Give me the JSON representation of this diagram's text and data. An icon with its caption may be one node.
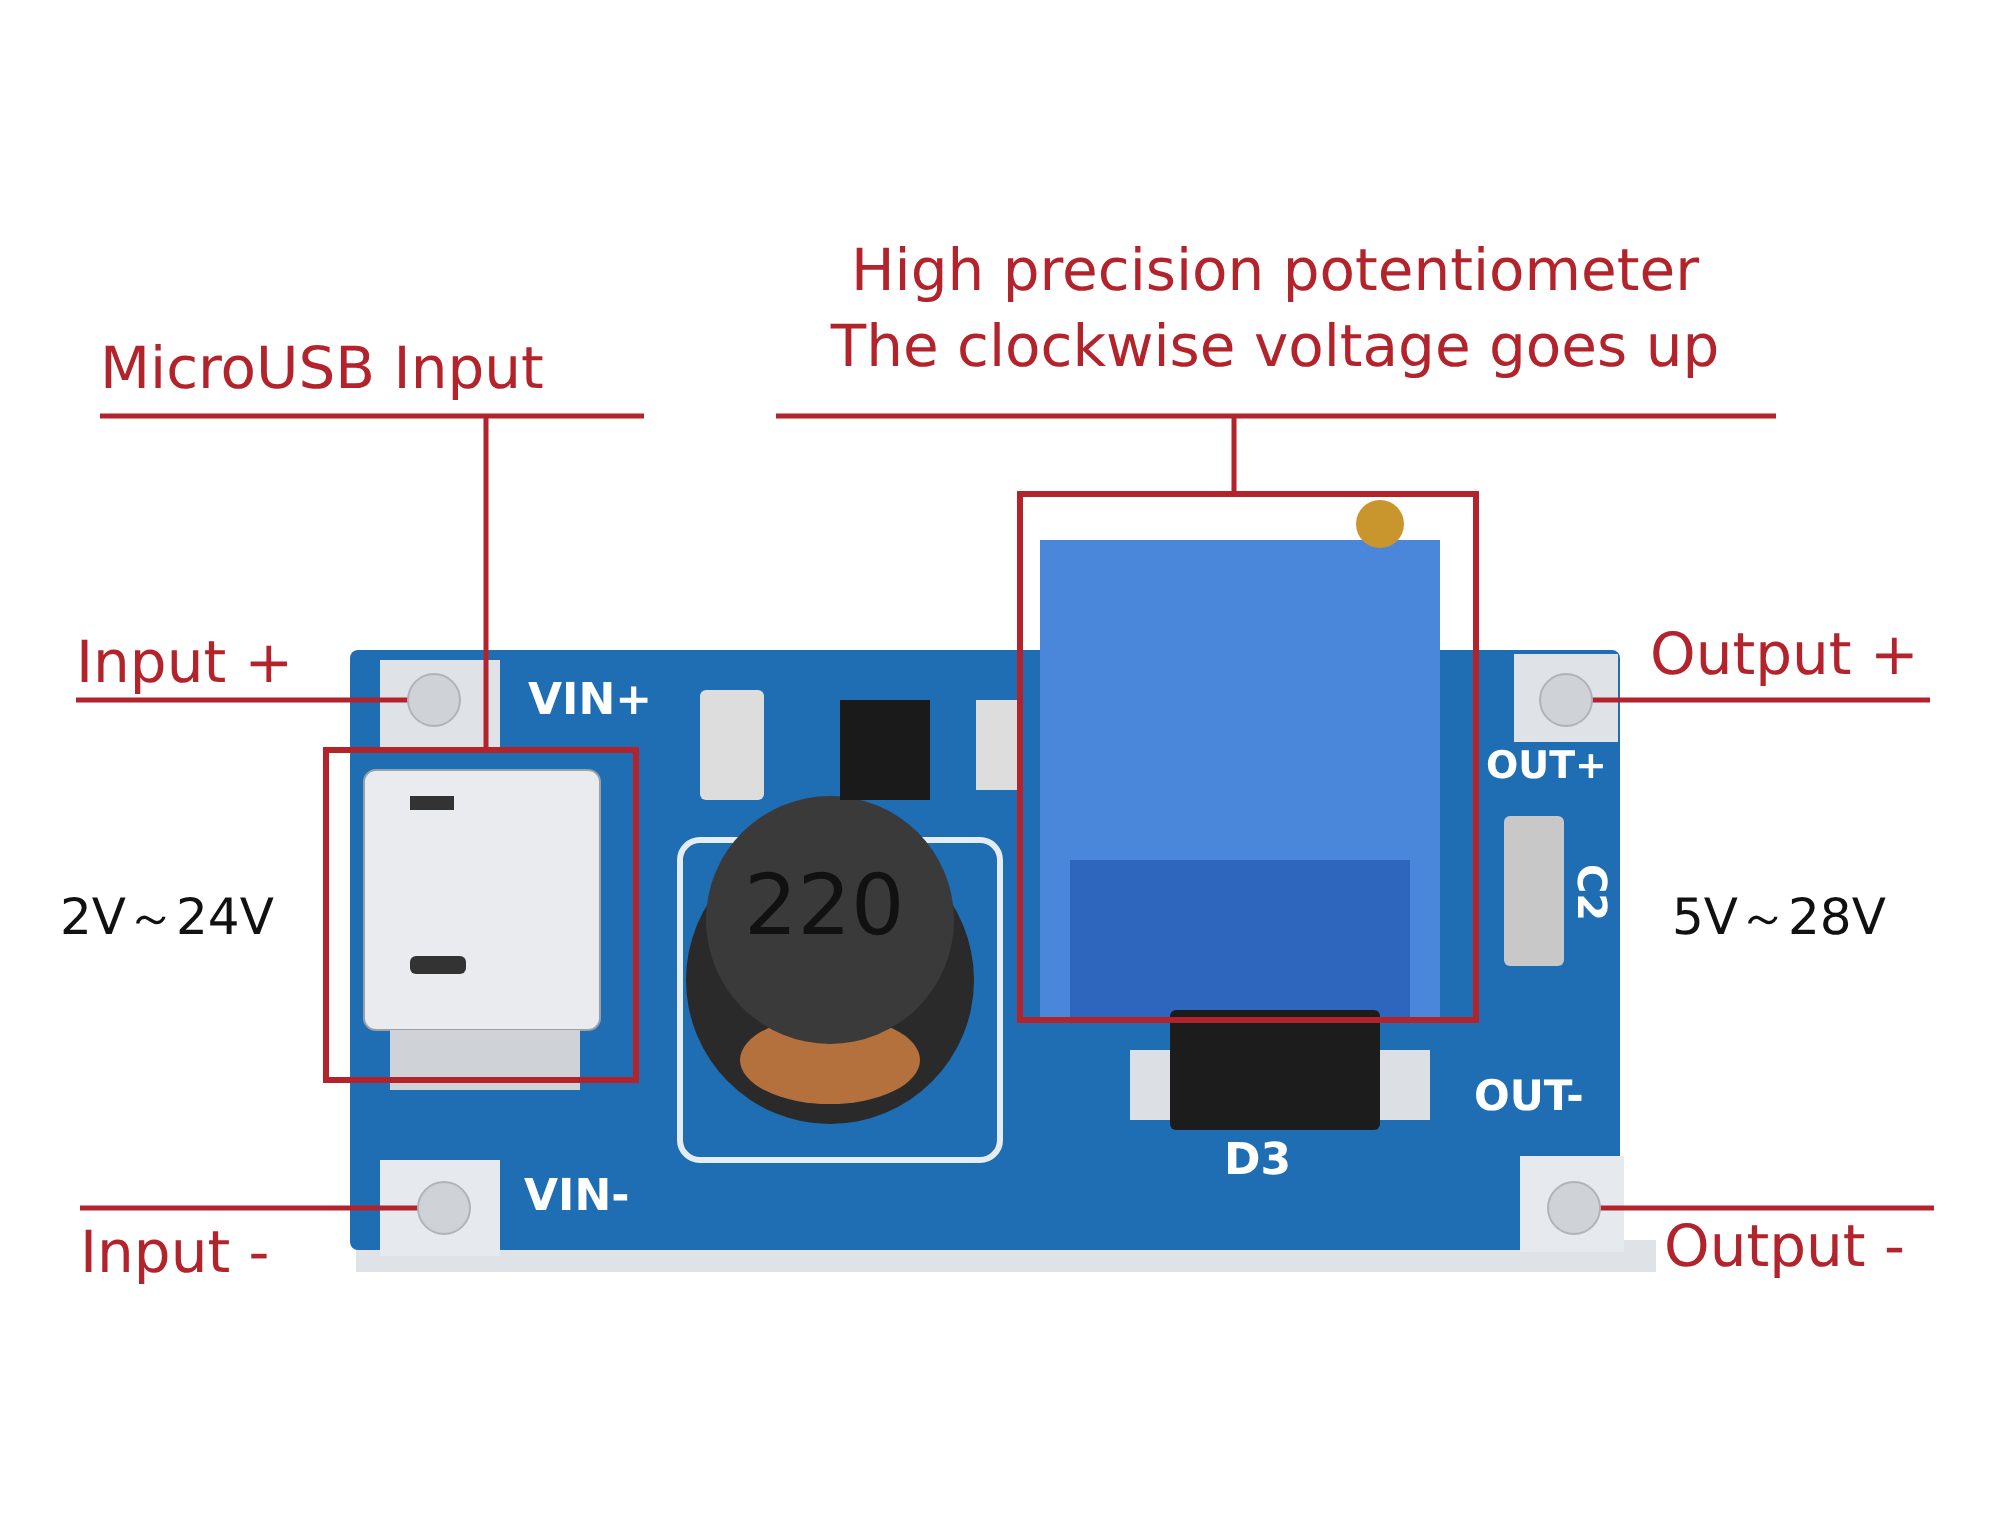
{
  "diagram": {
    "nodes": [
      {
        "text": [
          "MicroUSB Input"
        ]
      },
      {
        "text": [],
        "shape": "box"
      },
      {
        "text": [
          "High precision potentiometer",
          "The clockwise voltage goes up"
        ]
      },
      {
        "text": [],
        "shape": "box"
      },
      {
        "text": [
          "Input +"
        ]
      },
      {
        "text": [],
        "shape": "circle"
      },
      {
        "text": [
          "Input -"
        ]
      },
      {
        "text": [],
        "shape": "circle"
      },
      {
        "text": [
          "Output +"
        ]
      },
      {
        "text": [],
        "shape": "circle"
      },
      {
        "text": [
          "Output -"
        ]
      },
      {
        "text": [],
        "shape": "circle"
      }
    ],
    "edges": [
      {
        "from": 0,
        "to": 1,
        "arrow": "none"
      },
      {
        "from": 2,
        "to": 3,
        "arrow": "none"
      },
      {
        "from": 4,
        "to": 5,
        "arrow": "none"
      },
      {
        "from": 6,
        "to": 7,
        "arrow": "none"
      },
      {
        "from": 8,
        "to": 9,
        "arrow": "none"
      },
      {
        "from": 10,
        "to": 11,
        "arrow": "none"
      }
    ],
    "labels": [
      "VIN+",
      "2V～24V",
      "220",
      "OUT+",
      "C2",
      "5V～28V",
      "D3",
      "OUT-",
      "VIN-"
    ]
  }
}
